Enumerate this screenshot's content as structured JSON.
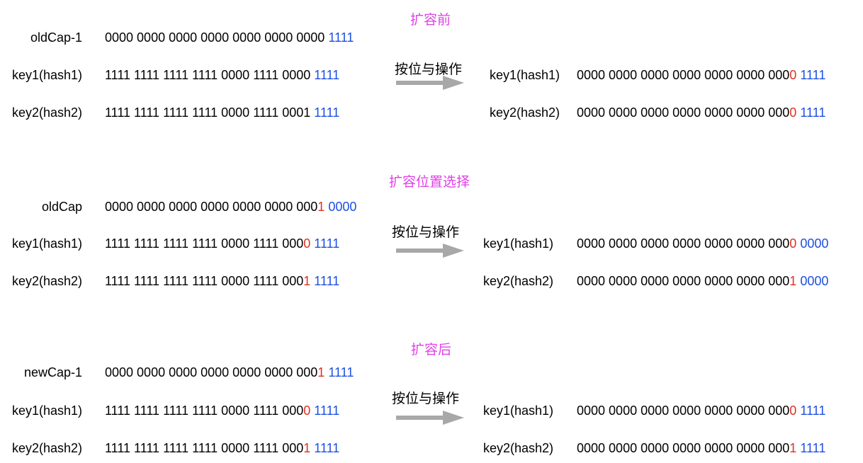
{
  "colors": {
    "title": "#e040e8",
    "highlight_bit": "#e0301e",
    "low_bits": "#1d4fe0",
    "arrow": "#a8a8a8"
  },
  "arrow_icon": "right-arrow-icon",
  "sections": [
    {
      "title": "扩容前",
      "operation_label": "按位与操作",
      "left_rows": [
        {
          "label": "oldCap-1",
          "bits": {
            "a": "0000 0000 0000 0000 0000 0000 0000",
            "b": "",
            "c": " 1111"
          }
        },
        {
          "label": "key1(hash1)",
          "bits": {
            "a": "1111 1111 1111 1111 0000 1111 0000",
            "b": "",
            "c": " 1111"
          }
        },
        {
          "label": "key2(hash2)",
          "bits": {
            "a": "1111 1111 1111 1111 0000 1111 0001",
            "b": "",
            "c": " 1111"
          }
        }
      ],
      "right_rows": [
        {
          "label": "key1(hash1)",
          "bits": {
            "a": "0000 0000 0000 0000 0000 0000 000",
            "b": "0",
            "c": " 1111"
          }
        },
        {
          "label": "key2(hash2)",
          "bits": {
            "a": "0000 0000 0000 0000 0000 0000 000",
            "b": "0",
            "c": " 1111"
          }
        }
      ]
    },
    {
      "title": "扩容位置选择",
      "operation_label": "按位与操作",
      "left_rows": [
        {
          "label": "oldCap",
          "bits": {
            "a": "0000 0000 0000 0000 0000 0000 000",
            "b": "1",
            "c": " 0000"
          }
        },
        {
          "label": "key1(hash1)",
          "bits": {
            "a": "1111 1111 1111 1111 0000 1111 000",
            "b": "0",
            "c": " 1111"
          }
        },
        {
          "label": "key2(hash2)",
          "bits": {
            "a": "1111 1111 1111 1111 0000 1111 000",
            "b": "1",
            "c": " 1111"
          }
        }
      ],
      "right_rows": [
        {
          "label": "key1(hash1)",
          "bits": {
            "a": "0000 0000 0000 0000 0000 0000 000",
            "b": "0",
            "c": " 0000"
          }
        },
        {
          "label": "key2(hash2)",
          "bits": {
            "a": "0000 0000 0000 0000 0000 0000 000",
            "b": "1",
            "c": " 0000"
          }
        }
      ]
    },
    {
      "title": "扩容后",
      "operation_label": "按位与操作",
      "left_rows": [
        {
          "label": "newCap-1",
          "bits": {
            "a": "0000 0000 0000 0000 0000 0000 000",
            "b": "1",
            "c": " 1111"
          }
        },
        {
          "label": "key1(hash1)",
          "bits": {
            "a": "1111 1111 1111 1111 0000 1111 000",
            "b": "0",
            "c": " 1111"
          }
        },
        {
          "label": "key2(hash2)",
          "bits": {
            "a": "1111 1111 1111 1111 0000 1111 000",
            "b": "1",
            "c": " 1111"
          }
        }
      ],
      "right_rows": [
        {
          "label": "key1(hash1)",
          "bits": {
            "a": "0000 0000 0000 0000 0000 0000 000",
            "b": "0",
            "c": " 1111"
          }
        },
        {
          "label": "key2(hash2)",
          "bits": {
            "a": "0000 0000 0000 0000 0000 0000 000",
            "b": "1",
            "c": " 1111"
          }
        }
      ]
    }
  ]
}
